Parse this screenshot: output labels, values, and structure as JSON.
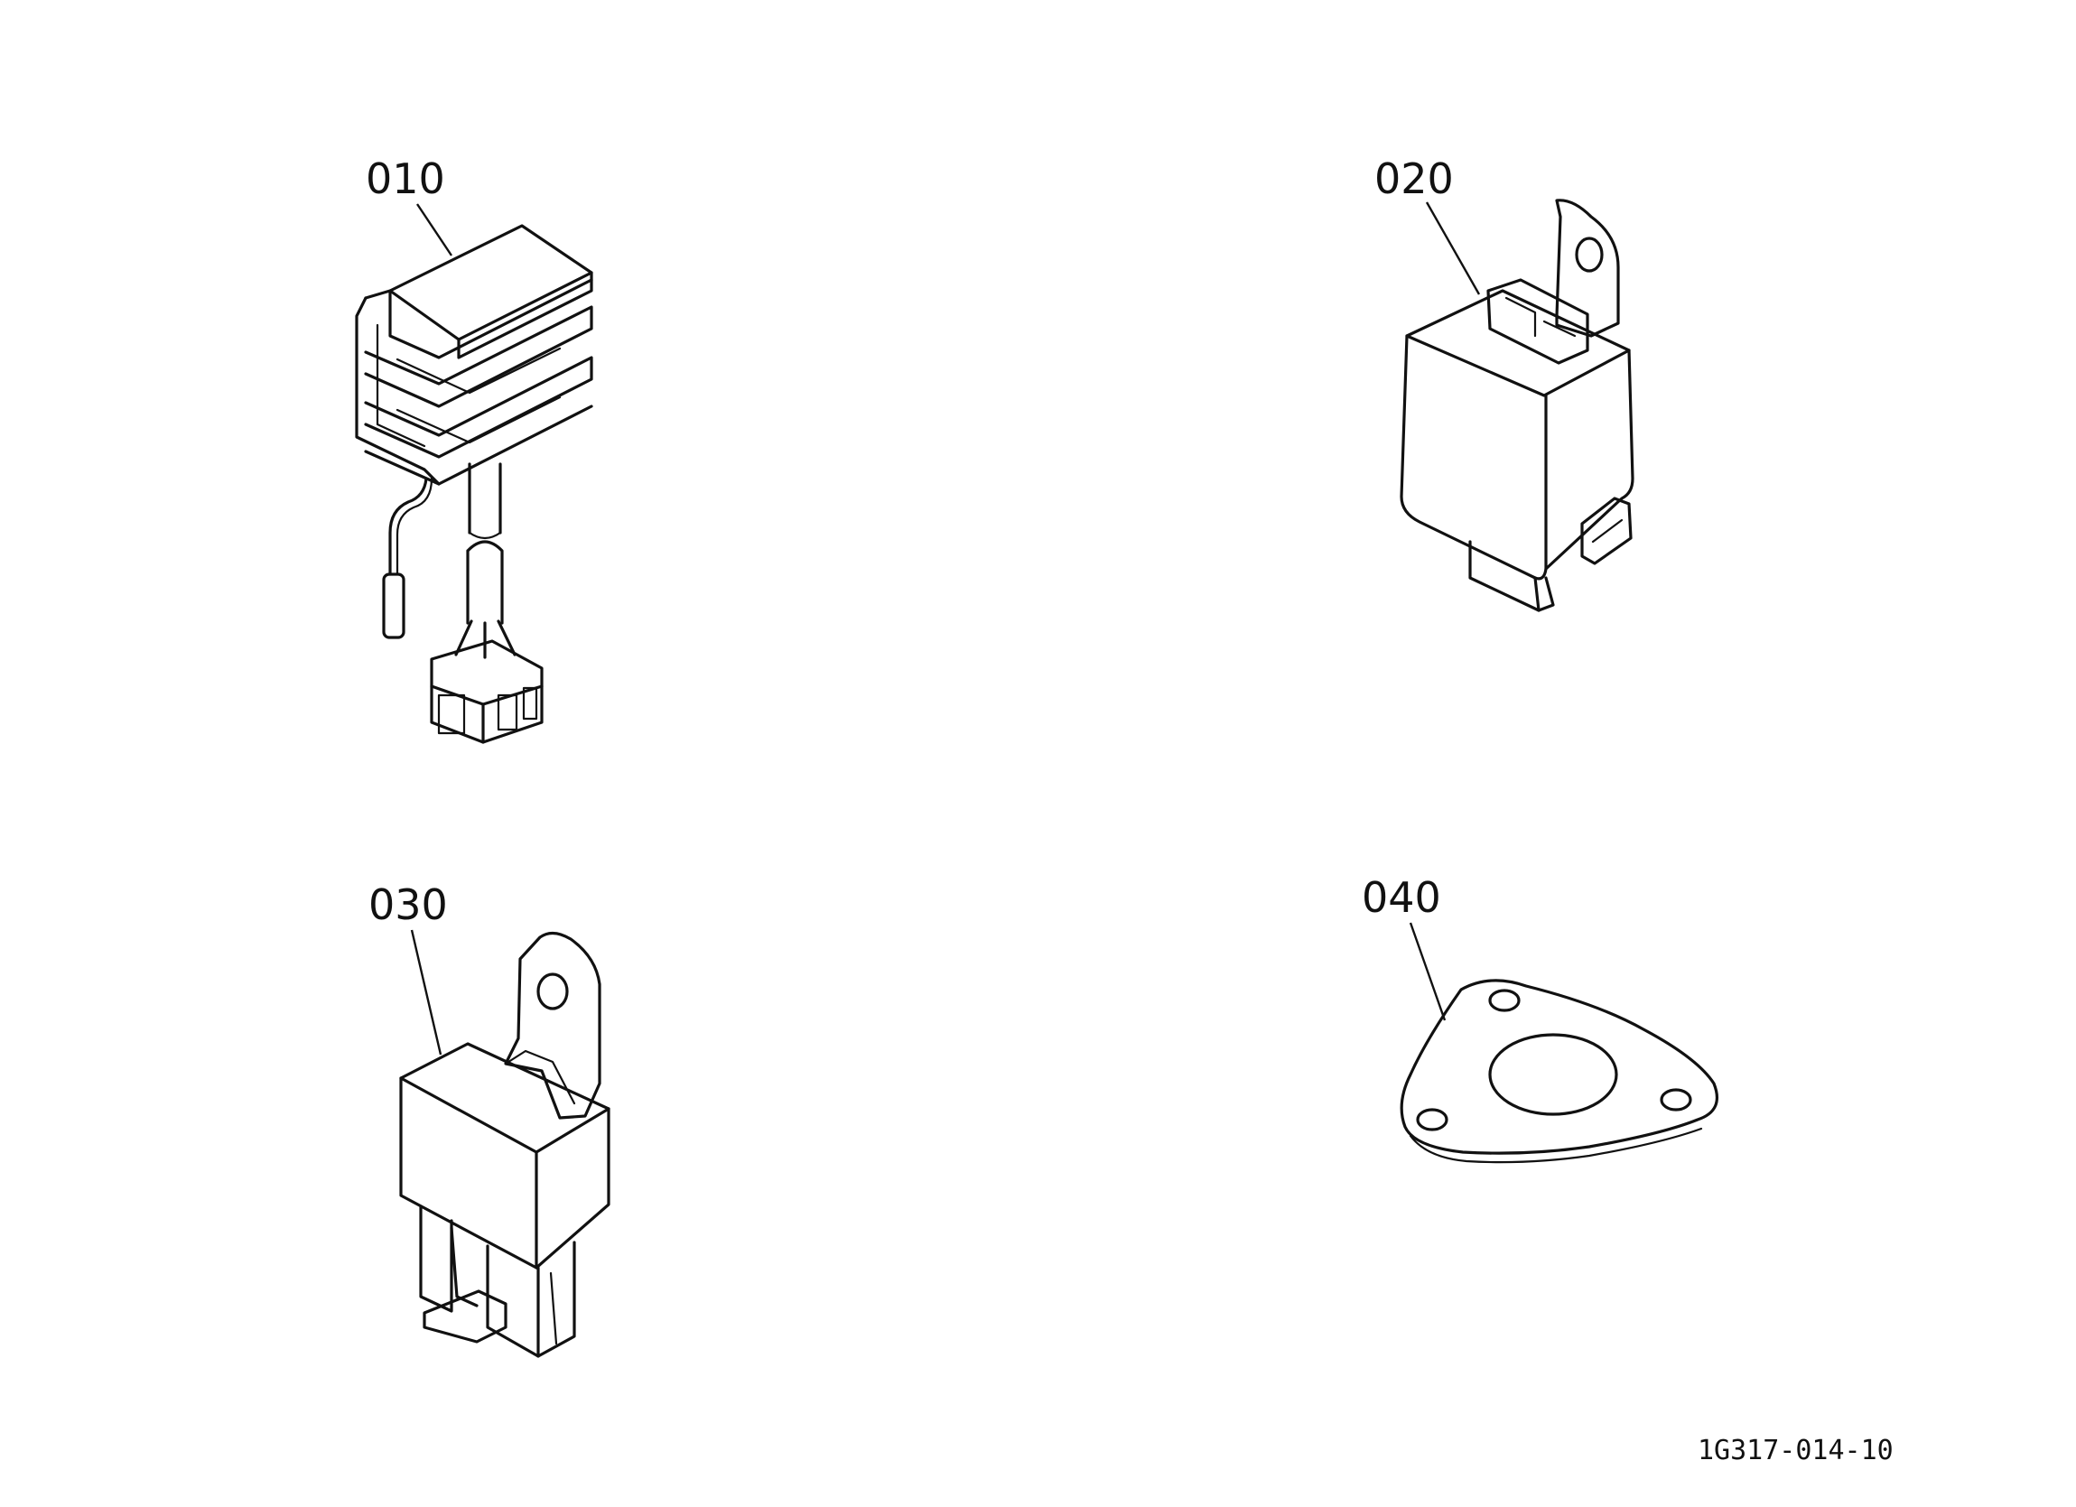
{
  "callouts": {
    "p010": "010",
    "p020": "020",
    "p030": "030",
    "p040": "040"
  },
  "figure_ref": "1G317-014-10",
  "colors": {
    "ink": "#111111",
    "paper": "#ffffff"
  }
}
